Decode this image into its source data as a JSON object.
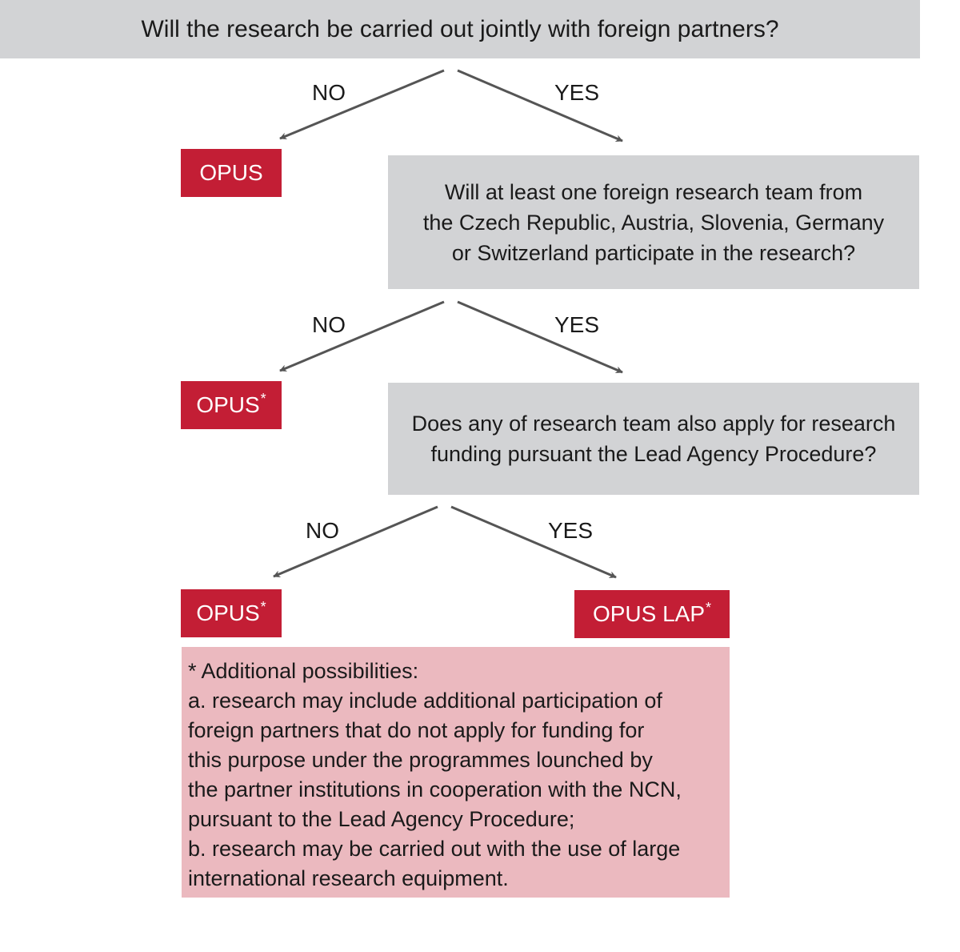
{
  "questions": {
    "q1": "Will the research be carried out jointly with foreign partners?",
    "q2": [
      "Will at least one foreign research team from",
      "the Czech Republic, Austria,  Slovenia, Germany",
      "or Switzerland participate in the research?"
    ],
    "q3": [
      "Does any of research team also apply for research",
      "funding pursuant the Lead Agency Procedure?"
    ]
  },
  "answers": {
    "no": "NO",
    "yes": "YES"
  },
  "outcomes": {
    "opus": "OPUS",
    "opus_lap": "OPUS LAP",
    "asterisk": "*"
  },
  "note": {
    "lines": [
      "* Additional possibilities:",
      "a. research may include additional participation of",
      "foreign partners that do not apply for funding for",
      "this purpose under the programmes lounched by",
      "the partner institutions in cooperation with the NCN,",
      "pursuant to the Lead Agency Procedure;",
      "b. research may be carried out with the use of large",
      "international research equipment."
    ]
  },
  "colors": {
    "question_box": "#d2d3d5",
    "outcome_box": "#c31e35",
    "note_box": "#ebb9bf",
    "arrow": "#555555"
  }
}
